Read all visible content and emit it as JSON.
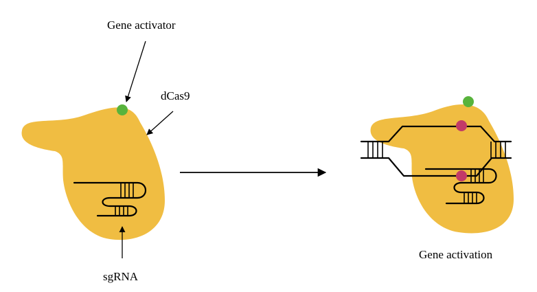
{
  "labels": {
    "gene_activator": "Gene activator",
    "dcas9": "dCas9",
    "sgrna": "sgRNA",
    "gene_activation": "Gene activation"
  },
  "colors": {
    "protein": "#F0BD42",
    "activator": "#58B33C",
    "binding_site": "#C23A68",
    "line": "#000000"
  }
}
